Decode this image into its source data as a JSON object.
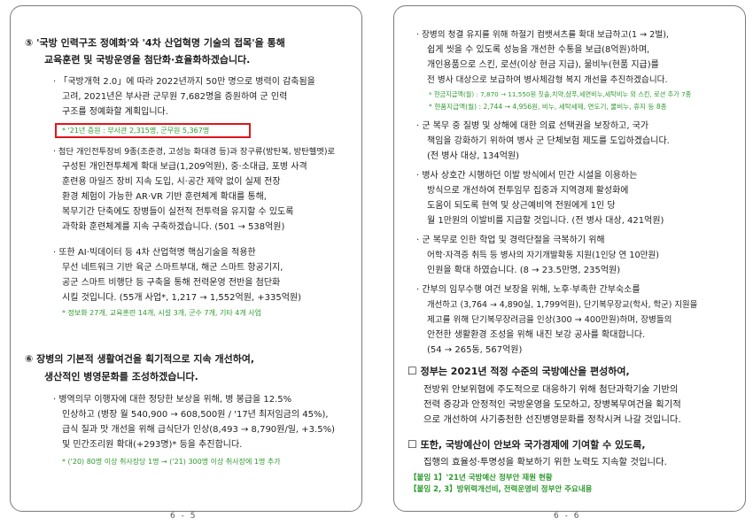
{
  "page_left": {
    "page_number": "6 - 5",
    "s5": {
      "l1": "⑤ '국방 인력구조 정예화'와 '4차 산업혁명 기술의 접목'을 통해",
      "l2": "교육훈련 및 국방운영을 첨단화·효율화하겠습니다."
    },
    "b1": {
      "l1": "· 「국방개혁 2.0」에 따라 2022년까지 50만 명으로 병력이 감축됨을",
      "l2": "고려, 2021년은 부사관 군무원 7,682명을 증원하여 군 인력",
      "l3": "구조를 정예화할 계획입니다."
    },
    "highlight": "* '21년 증원 : 부사관 2,315명, 군무원 5,367명",
    "b2": {
      "l1": "· 첨단 개인전투장비 9종(조준경, 고성능 화대경 등)과 장구류(방탄복, 방탄헬멧)로",
      "l2": "구성된 개인전투체계 확대 보급(1,209억원), 중·소대급, 포병 사격",
      "l3": "훈련용 마일즈 장비 지속 도입, 시·공간 제약 없이 실제 전장",
      "l4": "환경 체험이 가능한 AR·VR 기반 훈련체계 확대를 통해,",
      "l5": "복무기간 단축에도 장병들이 실전적 전투력을 유지할 수 있도록",
      "l6": "과학화 훈련체계를 지속 구축하겠습니다. (501 → 538억원)"
    },
    "b3": {
      "l1": "· 또한 AI·빅데이터 등 4차 산업혁명 핵심기술을 적용한",
      "l2": "무선 네트워크 기반 육군 스마트부대, 해군 스마트 항공기지,",
      "l3": "공군 스마트 비행단 등 구축을 통해 전력운영 전반을 첨단화",
      "l4": "시킬 것입니다. (55개 사업*, 1,217 → 1,552억원, +335억원)",
      "note": "* 정보화 27개, 교육훈련 14개, 시설 3개, 군수 7개, 기타 4개 사업"
    },
    "s6": {
      "l1": "⑥ 장병의 기본적 생활여건을 획기적으로 지속 개선하여,",
      "l2": "생산적인 병영문화를 조성하겠습니다."
    },
    "b4": {
      "l1": "· 병역의무 이행자에 대한 정당한 보상을 위해, 병 봉급을 12.5%",
      "l2": "인상하고 (병장 월 540,900 → 608,500원 / '17년 최저임금의 45%),",
      "l3": "급식 질과 맛 개선을 위해 급식단가 인상(8,493 → 8,790원/일, +3.5%)",
      "l4": "및 민간조리원 확대(+293명)* 등을 추진합니다.",
      "note": "* ('20) 80명 이상 취사장당 1명 → ('21) 300명 이상 취사장에 1명 추가"
    }
  },
  "page_right": {
    "page_number": "6 - 6",
    "r1": {
      "l1": "· 장병의 청결 유지를 위해 하절기 컴뱃셔츠를 확대 보급하고(1 → 2벌),",
      "l2": "쉽게 씻을 수 있도록 성능을 개선한 수통을 보급(8억원)하며,",
      "l3": "개인용품으로 스킨, 로션(이상 현금 지급), 물비누(현품 지급)를",
      "l4": "전 병사 대상으로 보급하여 병사체감형 복지 개선을 추진하겠습니다.",
      "n1": "* 현금지급액(월) : 7,870 → 11,550원 칫솔,치약,샴푸,세면비누,세탁비누 외 스킨, 로션 추가 7종",
      "n2": "* 현품지급액(월) : 2,744 → 4,956원, 비누, 세탁세제, 면도기, 물비누, 휴지 등 8종"
    },
    "r2": {
      "l1": "· 군 복무 중 질병 및 상해에 대한 의료 선택권을 보장하고, 국가",
      "l2": "책임을 강화하기 위하여 병사 군 단체보험 제도를 도입하겠습니다.",
      "l3": "(전 병사 대상, 134억원)"
    },
    "r3": {
      "l1": "· 병사 상호간 시행하던 이발 방식에서 민간 시설을 이용하는",
      "l2": "방식으로 개선하여 전투임무 집중과 지역경제 활성화에",
      "l3": "도움이 되도록 현역 및 상근예비역 전원에게 1인 당",
      "l4": "월 1만원의 이발비를 지급할 것입니다. (전 병사 대상, 421억원)"
    },
    "r4": {
      "l1": "· 군 복무로 인한 학업 및 경력단절을 극복하기 위해",
      "l2": "어학·자격증 취득 등 병사의 자기개발확동 지원(1인당 연 10만원)",
      "l3": "인원을 확대 하였습니다. (8 → 23.5만명, 235억원)"
    },
    "r5": {
      "l1": "· 간부의 임무수행 여건 보장을 위해, 노후·부족한 간부숙소를",
      "l2": "개선하고 (3,764 → 4,890실, 1,799억원), 단기복무장교(학사, 학군) 지원을",
      "l3": "제고를 위해 단기복무장려금을 인상(300 → 400만원)하며, 장병들의",
      "l4": "안전한 생활환경 조성을 위해 내진 보강 공사를 확대합니다.",
      "l5": "(54 → 265동, 567억원)"
    },
    "q1": {
      "mark": "☐",
      "l1": "정부는 2021년 적정 수준의 국방예산을 편성하여,",
      "l2": "전방위 안보위협에 주도적으로 대응하기 위해 첨단과학기술 기반의",
      "l3": "전력 증강과 안정적인 국방운영을 도모하고, 장병복무여건을 획기적",
      "l4": "으로 개선하여 사기충천한 선진병영문화를 정착시켜 나갈 것입니다."
    },
    "q2": {
      "mark": "☐",
      "l1": "또한, 국방예산이 안보와 국가경제에 기여할 수 있도록,",
      "l2": "집행의 효율성·투명성을 확보하기 위한 노력도 지속할 것입니다."
    },
    "appendix": {
      "a1": "【붙임 1】'21년 국방예산 정부안 재원 현황",
      "a2": "【붙임 2, 3】방위력개선비, 전력운영비 정부안 주요내용"
    }
  }
}
